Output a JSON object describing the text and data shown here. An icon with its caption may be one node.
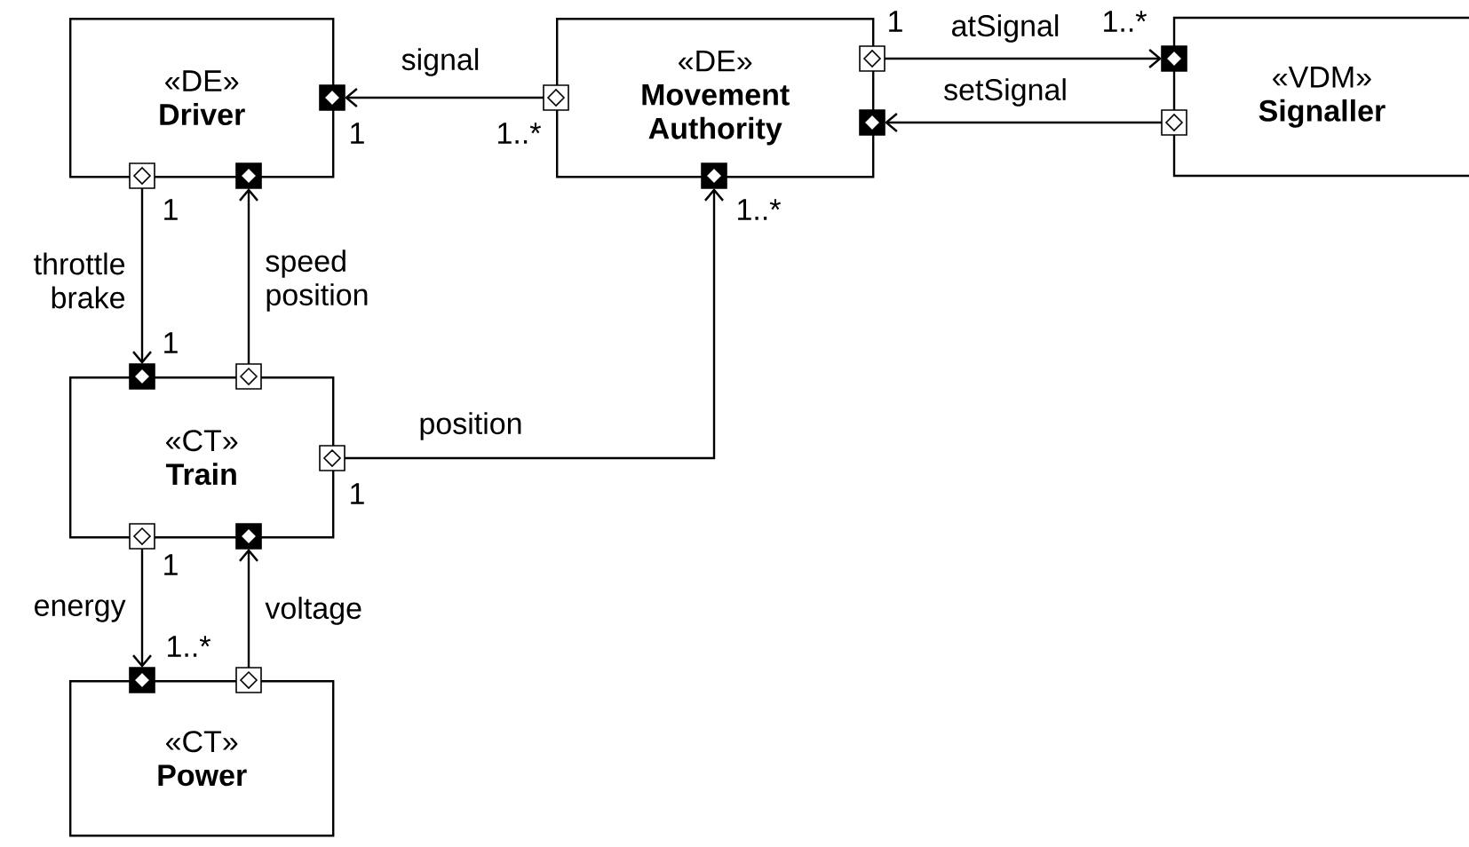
{
  "diagram": {
    "nodes": [
      {
        "text": [
          "«DE»",
          "Driver"
        ]
      },
      {
        "text": [
          "«DE»",
          "Movement Authority"
        ]
      },
      {
        "text": [
          "«VDM»",
          "Signaller"
        ]
      },
      {
        "text": [
          "«CT»",
          "Train"
        ]
      },
      {
        "text": [
          "«CT»",
          "Power"
        ]
      }
    ],
    "edges": [
      {
        "from": 1,
        "to": 0,
        "arrow": "to",
        "label": "signal"
      },
      {
        "from": 0,
        "to": 3,
        "arrow": "to",
        "label": "throttle brake"
      },
      {
        "from": 3,
        "to": 0,
        "arrow": "to",
        "label": "speed position"
      },
      {
        "from": 3,
        "to": 1,
        "arrow": "to",
        "label": "position"
      },
      {
        "from": 1,
        "to": 2,
        "arrow": "to",
        "label": "atSignal"
      },
      {
        "from": 2,
        "to": 1,
        "arrow": "to",
        "label": "setSignal"
      },
      {
        "from": 3,
        "to": 4,
        "arrow": "to",
        "label": "energy"
      },
      {
        "from": 4,
        "to": 3,
        "arrow": "to",
        "label": "voltage"
      }
    ],
    "labels": [
      "1",
      "1..*",
      "1",
      "1..*",
      "1..*",
      "1",
      "1",
      "1",
      "1",
      "1..*"
    ]
  }
}
